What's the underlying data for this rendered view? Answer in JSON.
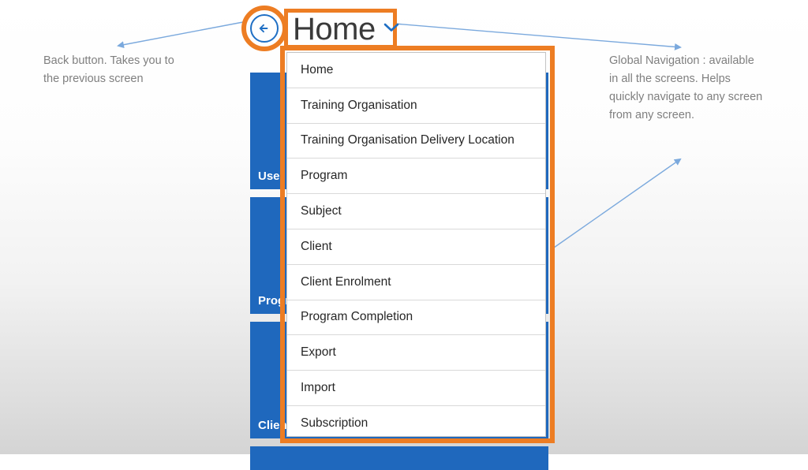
{
  "header": {
    "back_button_icon": "arrow-left-circle-icon",
    "title": "Home",
    "chevron_icon": "chevron-down-icon"
  },
  "menu": {
    "items": [
      {
        "label": "Home"
      },
      {
        "label": "Training Organisation"
      },
      {
        "label": "Training Organisation Delivery Location"
      },
      {
        "label": "Program"
      },
      {
        "label": "Subject"
      },
      {
        "label": "Client"
      },
      {
        "label": "Client Enrolment"
      },
      {
        "label": "Program Completion"
      },
      {
        "label": "Export"
      },
      {
        "label": "Import"
      },
      {
        "label": "Subscription"
      }
    ]
  },
  "background_tiles": [
    {
      "label": "User"
    },
    {
      "label": "Progr"
    },
    {
      "label": "Client"
    },
    {
      "label": ""
    }
  ],
  "annotations": {
    "left": "Back button. Takes you to the previous screen",
    "right": "Global Navigation : available in all the screens. Helps quickly navigate to any screen from any screen."
  },
  "colors": {
    "highlight_orange": "#ed7d23",
    "tile_blue": "#1f68bd",
    "accent_blue": "#1f6fc4",
    "arrow_blue": "#8cb4e0",
    "annotation_text": "#7f7f7f"
  }
}
